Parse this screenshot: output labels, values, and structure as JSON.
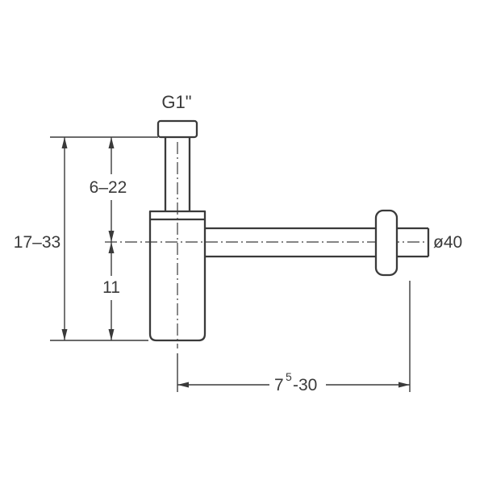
{
  "drawing": {
    "thread_label": "G1\"",
    "dims": {
      "upper_range": "6–22",
      "full_range": "17–33",
      "lower": "11",
      "diameter": "ø40",
      "bottom": {
        "base": "7",
        "sup": "5",
        "rest": "-30"
      }
    },
    "colors": {
      "line": "#3a3a3a",
      "background": "#ffffff"
    }
  }
}
